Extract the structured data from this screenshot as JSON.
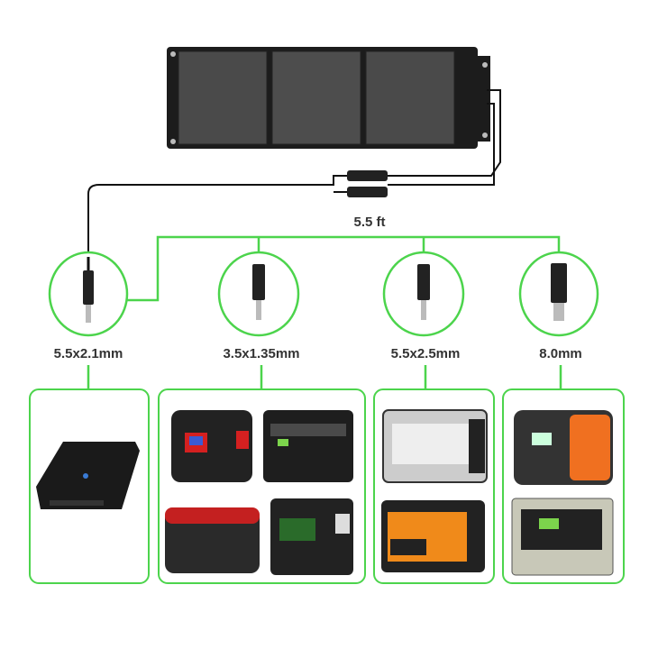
{
  "cable_length": "5.5 ft",
  "connectors": [
    {
      "label": "5.5x2.1mm"
    },
    {
      "label": "3.5x1.35mm"
    },
    {
      "label": "5.5x2.5mm"
    },
    {
      "label": "8.0mm"
    }
  ],
  "colors": {
    "accent": "#4cd44c",
    "panel": "#2a2a2a",
    "cable": "#111111"
  }
}
